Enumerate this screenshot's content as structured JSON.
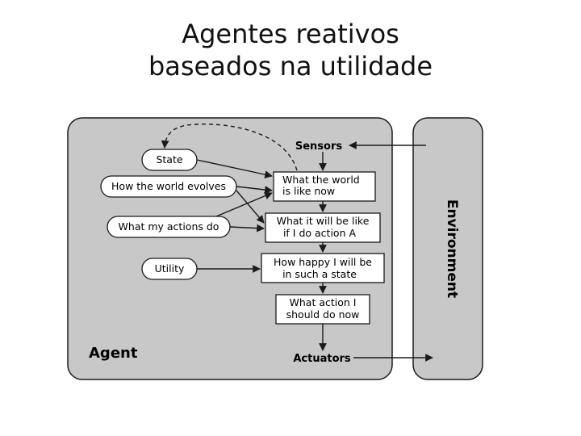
{
  "slide": {
    "title_line1": "Agentes reativos",
    "title_line2": "baseados na utilidade"
  },
  "diagram": {
    "agent_label": "Agent",
    "environment_label": "Environment",
    "sensors_label": "Sensors",
    "actuators_label": "Actuators",
    "state_label": "State",
    "world_evolves_label": "How the world evolves",
    "actions_do_label": "What my actions do",
    "utility_label": "Utility",
    "box_world_now": [
      "What the world",
      "is like now"
    ],
    "box_action_result": [
      "What it will be like",
      "if I do action A"
    ],
    "box_happiness": [
      "How happy I will be",
      "in such a state"
    ],
    "box_action_now": [
      "What action I",
      "should do now"
    ]
  },
  "colors": {
    "agent_fill": "#c8c8c8",
    "environment_fill": "#c8c8c8",
    "box_fill": "#ffffff",
    "stroke": "#1a1a1a"
  }
}
